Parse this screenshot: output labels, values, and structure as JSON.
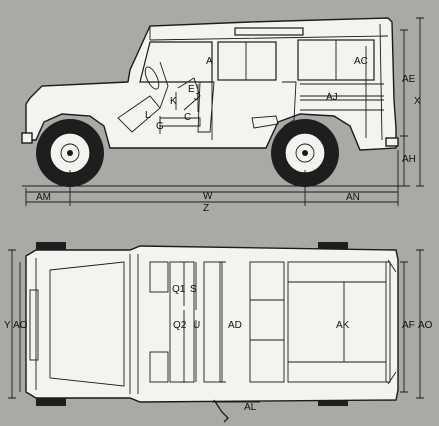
{
  "side_view": {
    "labels": {
      "A": "A",
      "AC": "AC",
      "AE": "AE",
      "X": "X",
      "E": "E",
      "J": "J",
      "AJ": "AJ",
      "K": "K",
      "L": "L",
      "C": "C",
      "G": "G",
      "AH": "AH",
      "AM": "AM",
      "W": "W",
      "AN": "AN",
      "Z": "Z"
    }
  },
  "plan_view": {
    "labels": {
      "Y": "Y",
      "AO_left": "AO",
      "Q1": "Q1",
      "S": "S",
      "Q2": "Q2",
      "U": "U",
      "AD": "AD",
      "AK": "AK",
      "AF": "AF",
      "AO_right": "AO",
      "AL": "AL"
    }
  }
}
